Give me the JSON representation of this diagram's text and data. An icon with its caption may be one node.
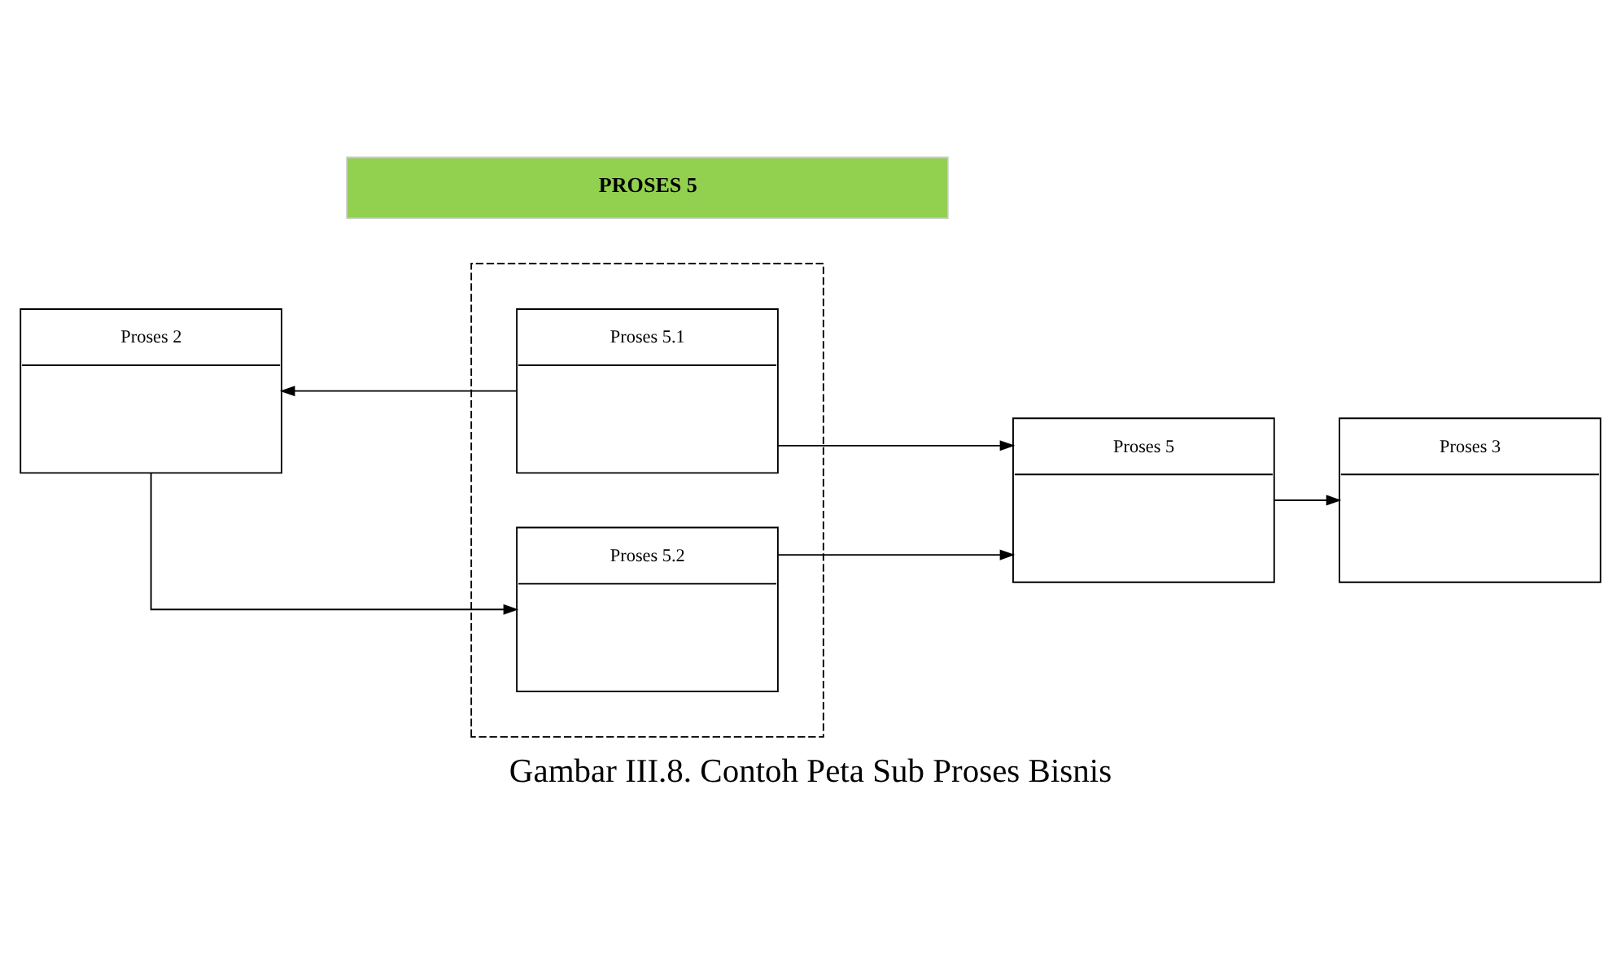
{
  "diagram": {
    "caption": "Gambar III.8. Contoh Peta Sub Proses Bisnis",
    "nodes": [
      {
        "text": [
          "PROSES 5"
        ]
      },
      {
        "text": [],
        "shape": "box"
      },
      {
        "text": [
          "Proses 5.1"
        ],
        "in": 1
      },
      {
        "text": [
          "Proses 2"
        ]
      },
      {
        "text": [
          "Proses 5"
        ]
      },
      {
        "text": [
          "Proses 5.2"
        ],
        "in": 1
      },
      {
        "text": [
          "Proses 3"
        ]
      }
    ],
    "edges": [
      {
        "from": 2,
        "to": 3,
        "arrow": "to"
      },
      {
        "from": 3,
        "to": 5,
        "arrow": "to"
      },
      {
        "from": 2,
        "to": 4,
        "arrow": "to"
      },
      {
        "from": 5,
        "to": 4,
        "arrow": "to"
      },
      {
        "from": 4,
        "to": 6,
        "arrow": "to"
      }
    ]
  }
}
